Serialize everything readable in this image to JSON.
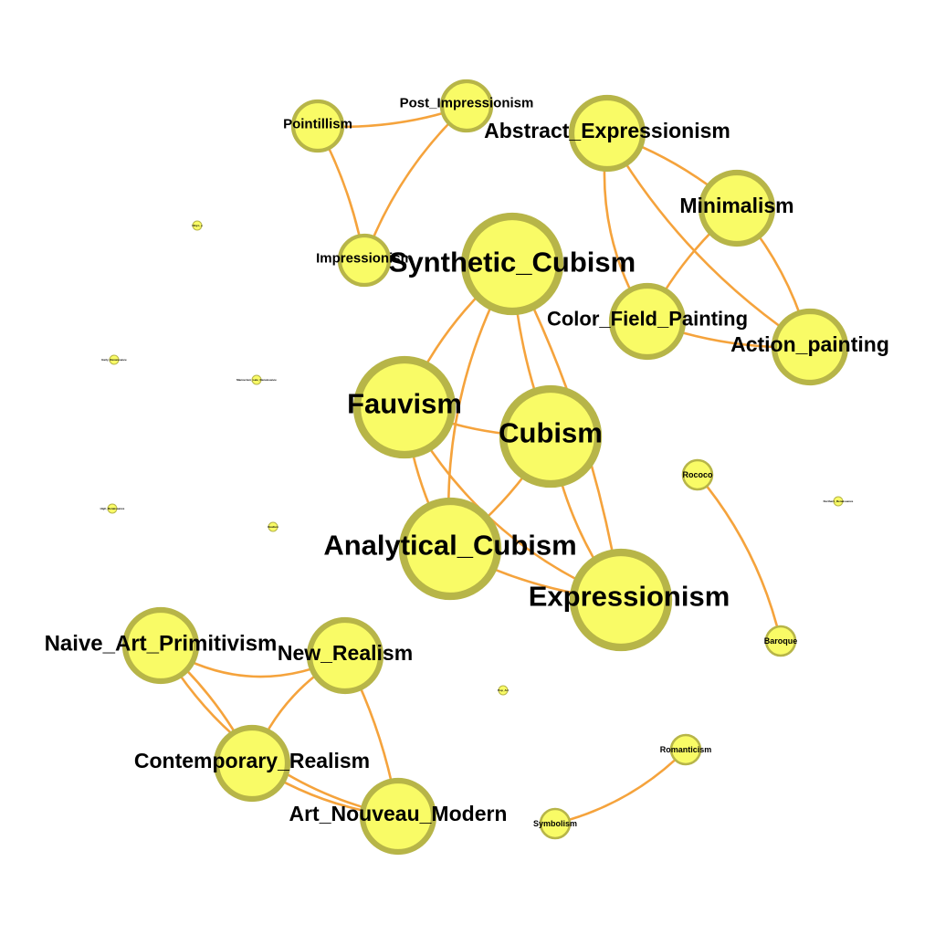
{
  "colors": {
    "edge": "#f5a33c",
    "node_fill": "#f9fb66",
    "node_stroke": "#b7b548",
    "label": "#000000"
  },
  "nodes": [
    {
      "id": "synthetic_cubism",
      "label": "Synthetic_Cubism",
      "weight": 6
    },
    {
      "id": "cubism",
      "label": "Cubism",
      "weight": 6
    },
    {
      "id": "fauvism",
      "label": "Fauvism",
      "weight": 6
    },
    {
      "id": "analytical_cubism",
      "label": "Analytical_Cubism",
      "weight": 6
    },
    {
      "id": "expressionism",
      "label": "Expressionism",
      "weight": 6
    },
    {
      "id": "abstract_expressionism",
      "label": "Abstract_Expressionism",
      "weight": 4
    },
    {
      "id": "minimalism",
      "label": "Minimalism",
      "weight": 4
    },
    {
      "id": "color_field_painting",
      "label": "Color_Field_Painting",
      "weight": 4
    },
    {
      "id": "action_painting",
      "label": "Action_painting",
      "weight": 4
    },
    {
      "id": "naive_art_primitivism",
      "label": "Naive_Art_Primitivism",
      "weight": 4
    },
    {
      "id": "new_realism",
      "label": "New_Realism",
      "weight": 4
    },
    {
      "id": "contemporary_realism",
      "label": "Contemporary_Realism",
      "weight": 4
    },
    {
      "id": "art_nouveau_modern",
      "label": "Art_Nouveau_Modern",
      "weight": 4
    },
    {
      "id": "pointillism",
      "label": "Pointillism",
      "weight": 2
    },
    {
      "id": "post_impressionism",
      "label": "Post_Impressionism",
      "weight": 2
    },
    {
      "id": "impressionism",
      "label": "Impressionism",
      "weight": 2
    },
    {
      "id": "rococo",
      "label": "Rococo",
      "weight": 1
    },
    {
      "id": "baroque",
      "label": "Baroque",
      "weight": 1
    },
    {
      "id": "romanticism",
      "label": "Romanticism",
      "weight": 1
    },
    {
      "id": "symbolism",
      "label": "Symbolism",
      "weight": 1
    },
    {
      "id": "minor_a",
      "label": "Ukiyo_e",
      "weight": 0
    },
    {
      "id": "minor_b",
      "label": "Early_Renaissance",
      "weight": 0
    },
    {
      "id": "minor_c",
      "label": "Mannerism_Late_Renaissance",
      "weight": 0
    },
    {
      "id": "minor_d",
      "label": "High_Renaissance",
      "weight": 0
    },
    {
      "id": "minor_e",
      "label": "Realism",
      "weight": 0
    },
    {
      "id": "minor_f",
      "label": "Northern_Renaissance",
      "weight": 0
    },
    {
      "id": "minor_g",
      "label": "Pop_Art",
      "weight": 0
    }
  ],
  "edges": [
    [
      "pointillism",
      "post_impressionism"
    ],
    [
      "pointillism",
      "impressionism"
    ],
    [
      "post_impressionism",
      "impressionism"
    ],
    [
      "abstract_expressionism",
      "minimalism"
    ],
    [
      "abstract_expressionism",
      "action_painting"
    ],
    [
      "abstract_expressionism",
      "color_field_painting"
    ],
    [
      "minimalism",
      "color_field_painting"
    ],
    [
      "minimalism",
      "action_painting"
    ],
    [
      "color_field_painting",
      "action_painting"
    ],
    [
      "synthetic_cubism",
      "fauvism"
    ],
    [
      "synthetic_cubism",
      "cubism"
    ],
    [
      "synthetic_cubism",
      "analytical_cubism"
    ],
    [
      "synthetic_cubism",
      "expressionism"
    ],
    [
      "fauvism",
      "cubism"
    ],
    [
      "fauvism",
      "analytical_cubism"
    ],
    [
      "fauvism",
      "expressionism"
    ],
    [
      "cubism",
      "analytical_cubism"
    ],
    [
      "cubism",
      "expressionism"
    ],
    [
      "analytical_cubism",
      "expressionism"
    ],
    [
      "naive_art_primitivism",
      "new_realism"
    ],
    [
      "naive_art_primitivism",
      "contemporary_realism"
    ],
    [
      "naive_art_primitivism",
      "art_nouveau_modern"
    ],
    [
      "new_realism",
      "contemporary_realism"
    ],
    [
      "new_realism",
      "art_nouveau_modern"
    ],
    [
      "contemporary_realism",
      "art_nouveau_modern"
    ],
    [
      "rococo",
      "baroque"
    ],
    [
      "romanticism",
      "symbolism"
    ]
  ]
}
